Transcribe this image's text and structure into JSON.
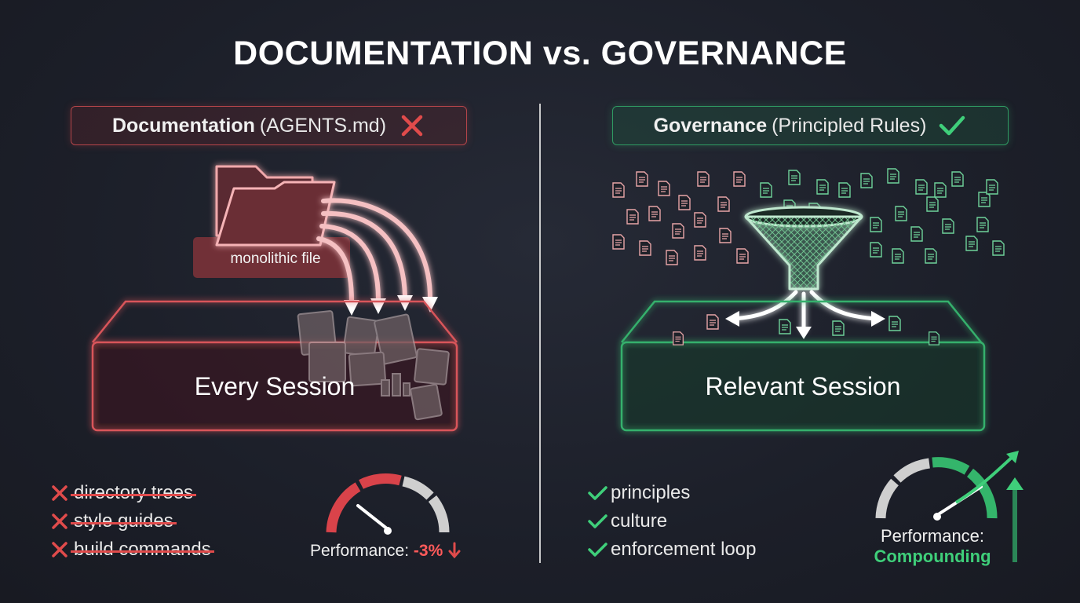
{
  "title": "DOCUMENTATION vs. GOVERNANCE",
  "left": {
    "header_strong": "Documentation",
    "header_light": "(AGENTS.md)",
    "header_icon": "x-mark-icon",
    "folder_label": "monolithic file",
    "box_label": "Every Session",
    "list": [
      "directory trees",
      "style guides",
      "build commands"
    ],
    "performance_label": "Performance:",
    "performance_value": "-3%",
    "accent_color": "#e04b4b"
  },
  "right": {
    "header_strong": "Governance",
    "header_light": "(Principled Rules)",
    "header_icon": "check-mark-icon",
    "box_label": "Relevant Session",
    "list": [
      "principles",
      "culture",
      "enforcement loop"
    ],
    "performance_label": "Performance:",
    "performance_value": "Compounding",
    "accent_color": "#3fcf7a"
  }
}
